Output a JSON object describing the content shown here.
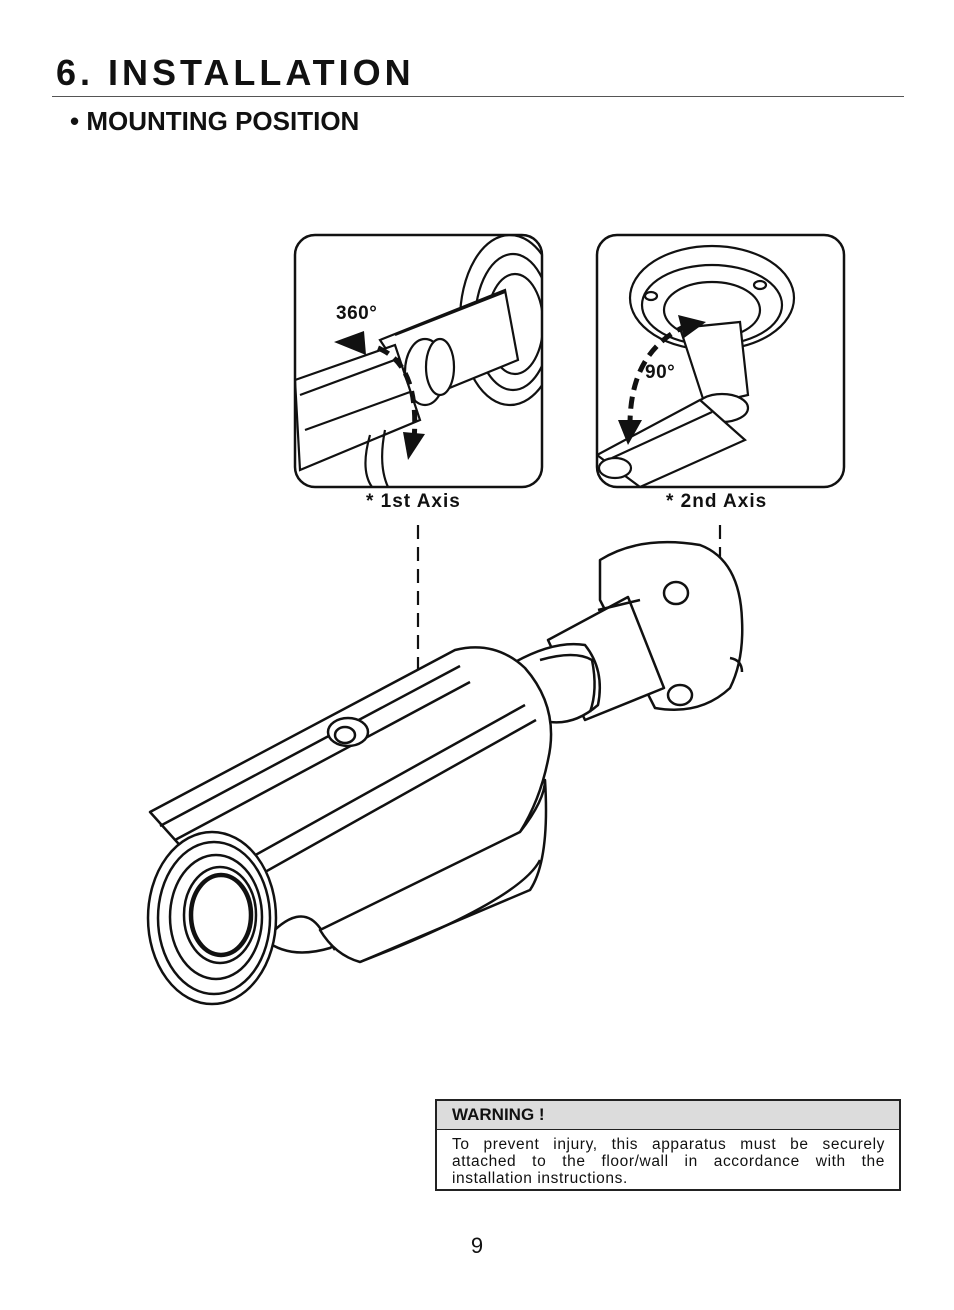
{
  "section": {
    "title": "6. INSTALLATION",
    "subtitle": "• MOUNTING POSITION"
  },
  "figure": {
    "axis1": {
      "label": "* 1st Axis",
      "degrees": "360°"
    },
    "axis2": {
      "label": "* 2nd Axis",
      "degrees": "90°"
    }
  },
  "warning": {
    "heading": "WARNING !",
    "text": "To prevent injury, this apparatus must be securely attached to the floor/wall in accordance with the installation instructions."
  },
  "page_number": "9"
}
